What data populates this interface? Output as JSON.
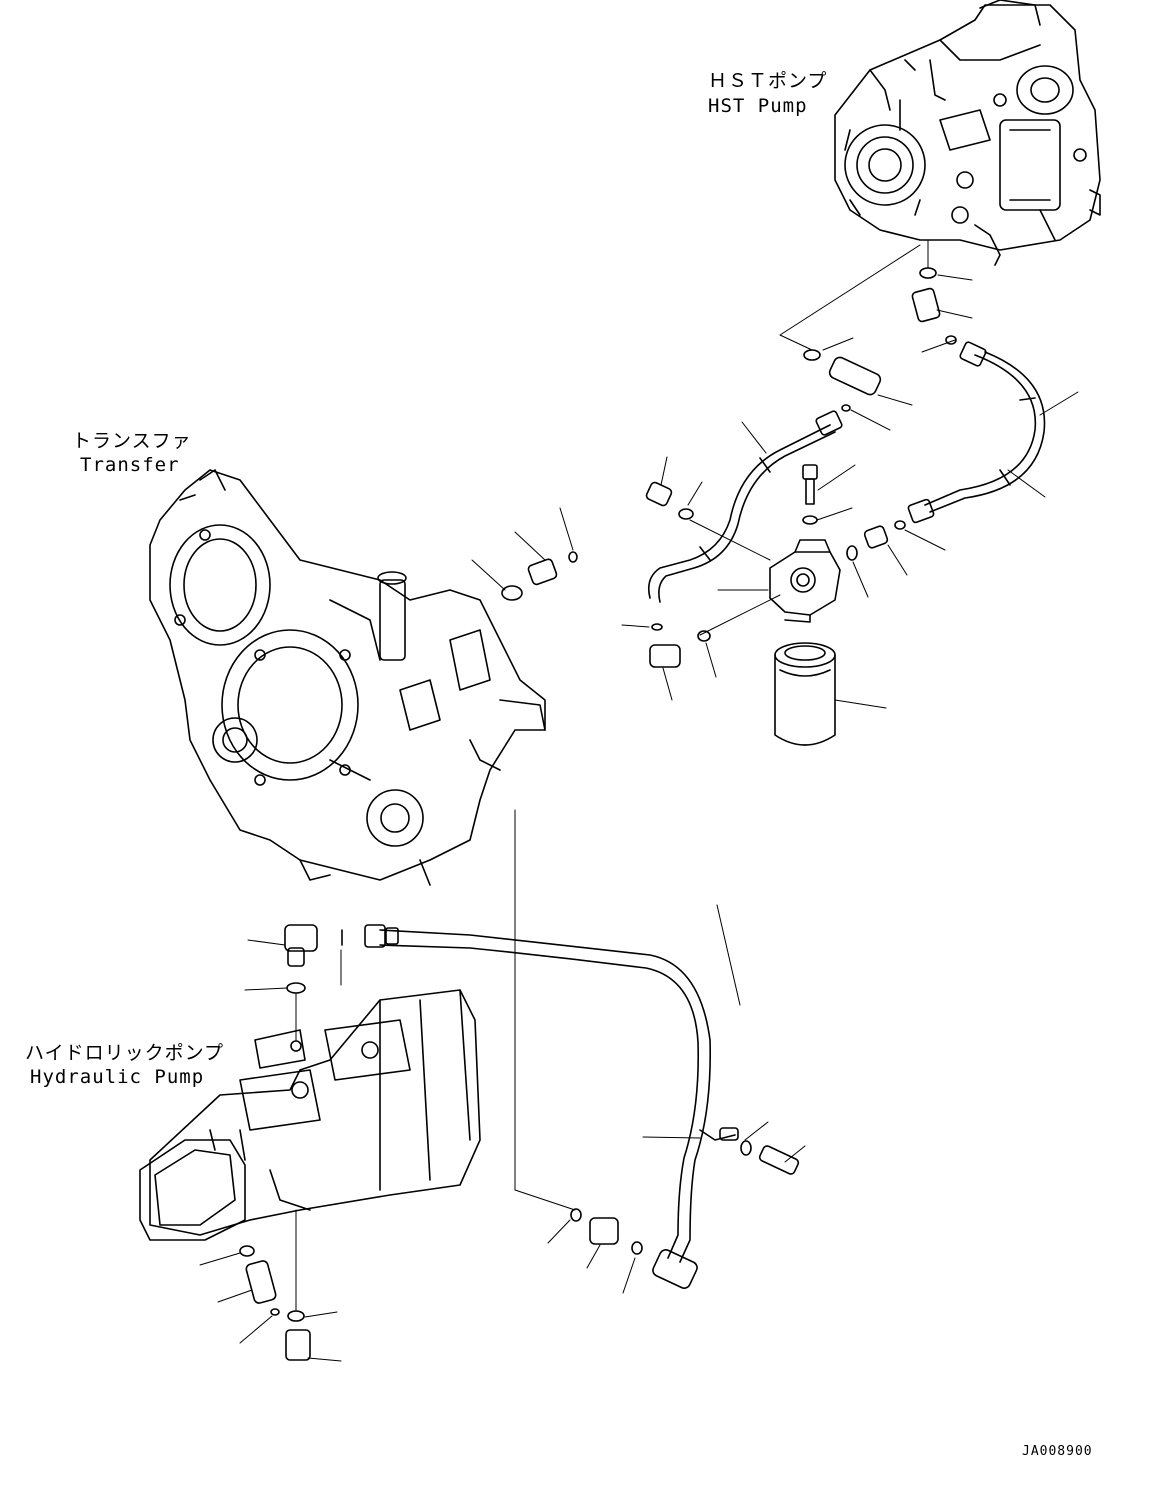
{
  "labels": {
    "hst_pump_jp": "ＨＳＴポンプ",
    "hst_pump_en": "HST Pump",
    "transfer_jp": "トランスファ",
    "transfer_en": "Transfer",
    "hydraulic_pump_jp": "ハイドロリックポンプ",
    "hydraulic_pump_en": "Hydraulic Pump"
  },
  "drawing_id": "JA008900"
}
